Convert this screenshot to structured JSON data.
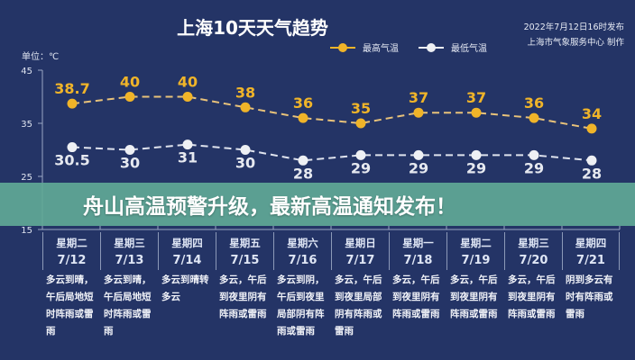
{
  "chart_data": {
    "type": "line",
    "title": "上海10天天气趋势",
    "publish_info": [
      "2022年7月12日16时发布",
      "上海市气象服务中心 制作"
    ],
    "ylabel": "单位：℃",
    "ylim": [
      15,
      45
    ],
    "yticks": [
      "45",
      "35",
      "25",
      "15"
    ],
    "legend_position": "top-right",
    "categories": [
      "7/12",
      "7/13",
      "7/14",
      "7/15",
      "7/16",
      "7/17",
      "7/18",
      "7/19",
      "7/20",
      "7/21"
    ],
    "series": [
      {
        "name": "最高气温",
        "color": "#f0b429",
        "values": [
          38.7,
          40,
          40,
          38,
          36,
          35,
          37,
          37,
          36,
          34
        ],
        "labels": [
          "38.7",
          "40",
          "40",
          "38",
          "36",
          "35",
          "37",
          "37",
          "36",
          "34"
        ]
      },
      {
        "name": "最低气温",
        "color": "#eef0f4",
        "values": [
          30.5,
          30,
          31,
          30,
          28,
          29,
          29,
          29,
          29,
          28
        ],
        "labels": [
          "30.5",
          "30",
          "31",
          "30",
          "28",
          "29",
          "29",
          "29",
          "29",
          "28"
        ]
      }
    ],
    "days": [
      {
        "weekday": "星期二",
        "date": "7/12",
        "desc": "多云到晴，\n午后局地短\n时阵雨或雷\n雨"
      },
      {
        "weekday": "星期三",
        "date": "7/13",
        "desc": "多云到晴，\n午后局地短\n时阵雨或雷\n雨"
      },
      {
        "weekday": "星期四",
        "date": "7/14",
        "desc": "多云到晴转\n多云"
      },
      {
        "weekday": "星期五",
        "date": "7/15",
        "desc": "多云，午后\n到夜里阴有\n阵雨或雷雨"
      },
      {
        "weekday": "星期六",
        "date": "7/16",
        "desc": "多云到阴，\n午后到夜里\n局部阴有阵\n雨或雷雨"
      },
      {
        "weekday": "星期日",
        "date": "7/17",
        "desc": "多云，午后\n到夜里局部\n阴有阵雨或\n雷雨"
      },
      {
        "weekday": "星期一",
        "date": "7/18",
        "desc": "多云，午后\n到夜里阴有\n阵雨或雷雨"
      },
      {
        "weekday": "星期二",
        "date": "7/19",
        "desc": "多云，午后\n到夜里阴有\n阵雨或雷雨"
      },
      {
        "weekday": "星期三",
        "date": "7/20",
        "desc": "多云，午后\n到夜里阴有\n阵雨或雷雨"
      },
      {
        "weekday": "星期四",
        "date": "7/21",
        "desc": "阴到多云有\n时有阵雨或\n雷雨"
      }
    ]
  },
  "banner": {
    "text": "舟山高温预警升级，最新高温通知发布！"
  }
}
